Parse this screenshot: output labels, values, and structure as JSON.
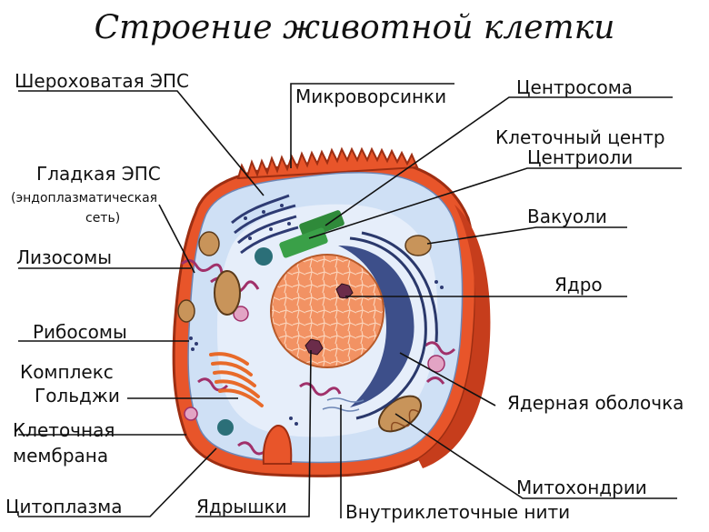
{
  "title": "Строение животной клетки",
  "labels": {
    "rough_er": "Шероховатая ЭПС",
    "microvilli": "Микроворсинки",
    "centrosome": "Центросома",
    "cell_center": "Клеточный центр",
    "centrioles": "Центриоли",
    "smooth_er": "Гладкая ЭПС",
    "smooth_er_note_1": "(эндоплазматическая",
    "smooth_er_note_2": "сеть)",
    "vacuoles": "Вакуоли",
    "lysosomes": "Лизосомы",
    "nucleus": "Ядро",
    "ribosomes": "Рибосомы",
    "golgi_1": "Комплекс",
    "golgi_2": "Гольджи",
    "nuclear_envelope": "Ядерная оболочка",
    "membrane_1": "Клеточная",
    "membrane_2": "мембрана",
    "mitochondria": "Митохондрии",
    "cytoplasm": "Цитоплазма",
    "nucleoli": "Ядрышки",
    "filaments": "Внутриклеточные нити"
  },
  "colors": {
    "membrane": "#e8552a",
    "membrane_dark": "#c63d1c",
    "cytoplasm": "#cfe0f5",
    "cytoplasm_inner": "#e6eefa",
    "nucleus": "#f08a55",
    "nuclear_envelope": "#3d4f8a",
    "er": "#4a5a95",
    "centrosome": "#2f8a3a",
    "golgi": "#e86a2a",
    "lysosome": "#a0306a",
    "mitochondria": "#c8945a"
  }
}
